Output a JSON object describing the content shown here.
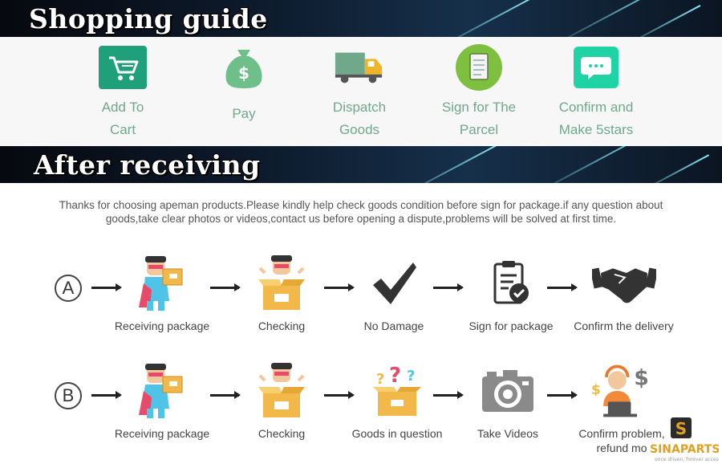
{
  "header": {
    "title": "Shopping guide"
  },
  "steps": [
    {
      "icon": "cart-icon",
      "line1": "Add To",
      "line2": "Cart"
    },
    {
      "icon": "money-bag-icon",
      "line1": "Pay",
      "line2": ""
    },
    {
      "icon": "delivery-truck-icon",
      "line1": "Dispatch",
      "line2": "Goods"
    },
    {
      "icon": "parcel-note-icon",
      "line1": "Sign for The",
      "line2": "Parcel"
    },
    {
      "icon": "chat-bubble-icon",
      "line1": "Confirm and",
      "line2": "Make 5stars"
    }
  ],
  "after": {
    "title": "After receiving",
    "notice_line1": "Thanks for choosing apeman products.Please kindly help check goods condition before sign for package.if any question about",
    "notice_line2": "goods,take clear photos or videos,contact us before opening a dispute,problems will be solved at first time."
  },
  "flow_a": {
    "letter": "A",
    "items": [
      {
        "icon": "courier-package-icon",
        "caption": "Receiving package"
      },
      {
        "icon": "open-box-icon",
        "caption": "Checking"
      },
      {
        "icon": "checkmark-icon",
        "caption": "No Damage"
      },
      {
        "icon": "clipboard-check-icon",
        "caption": "Sign for package"
      },
      {
        "icon": "handshake-icon",
        "caption": "Confirm the delivery"
      }
    ]
  },
  "flow_b": {
    "letter": "B",
    "items": [
      {
        "icon": "courier-package-icon",
        "caption": "Receiving package"
      },
      {
        "icon": "open-box-icon",
        "caption": "Checking"
      },
      {
        "icon": "question-box-icon",
        "caption": "Goods in question"
      },
      {
        "icon": "camera-icon",
        "caption": "Take Videos"
      },
      {
        "icon": "support-agent-icon",
        "caption": "Confirm problem,",
        "caption2": "refund mo"
      }
    ]
  },
  "brand": {
    "name": "SINAPARTS",
    "tagline": "once driven, forever accessory"
  },
  "colors": {
    "step_label": "#6fa88b",
    "cart_green": "#1fa07a",
    "bag_green": "#6fbf8b",
    "truck_yellow": "#f0b428",
    "chat_teal": "#1fd3a5",
    "brand_gold": "#e0a020"
  }
}
